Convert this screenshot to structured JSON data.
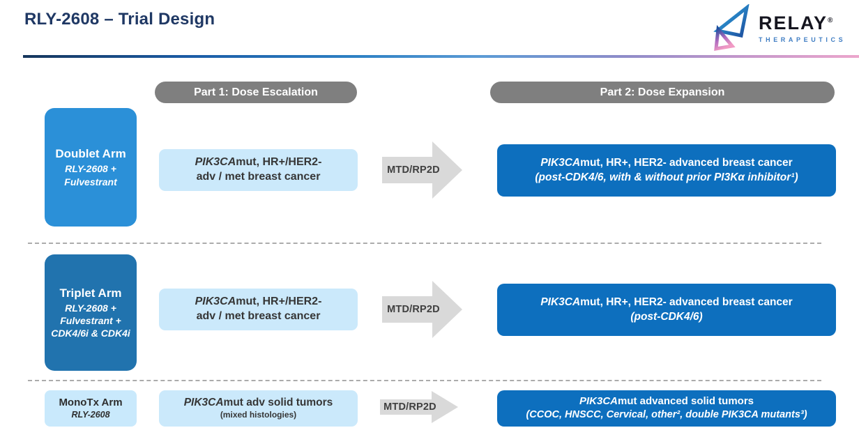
{
  "header": {
    "title": "RLY-2608 – Trial Design"
  },
  "logo": {
    "brand": "RELAY",
    "registered": "®",
    "sub": "THERAPEUTICS"
  },
  "parts": {
    "part1": "Part 1: Dose Escalation",
    "part2": "Part 2: Dose Expansion"
  },
  "arrow_label": "MTD/RP2D",
  "colors": {
    "title_navy": "#1F3864",
    "pill_gray": "#7F7F7F",
    "doublet_blue": "#2B90D8",
    "triplet_blue": "#2173AE",
    "expansion_blue": "#0D6FBE",
    "light_blue": "#CBE9FB",
    "arrow_gray": "#D9D9D9",
    "dash_gray": "#ABABAB",
    "divider_gradient": [
      "#16365C",
      "#2E81C4",
      "#8F8CC9",
      "#ECA6CC"
    ]
  },
  "rows": [
    {
      "arm": {
        "title": "Doublet Arm",
        "sub": "RLY-2608 +\nFulvestrant"
      },
      "escalation": {
        "gene": "PIK3CA",
        "line1_rest": "mut, HR+/HER2-",
        "line2": "adv / met breast cancer"
      },
      "expansion": {
        "gene": "PIK3CA",
        "line1_rest": "mut, HR+, HER2- advanced breast cancer",
        "line2": "(post-CDK4/6, with & without prior PI3Kα inhibitor¹)"
      }
    },
    {
      "arm": {
        "title": "Triplet Arm",
        "sub": "RLY-2608 +\nFulvestrant +\nCDK4/6i & CDK4i"
      },
      "escalation": {
        "gene": "PIK3CA",
        "line1_rest": "mut, HR+/HER2-",
        "line2": "adv / met breast cancer"
      },
      "expansion": {
        "gene": "PIK3CA",
        "line1_rest": "mut, HR+, HER2- advanced breast cancer",
        "line2": "(post-CDK4/6)"
      }
    },
    {
      "arm": {
        "title": "MonoTx Arm",
        "sub": "RLY-2608"
      },
      "escalation": {
        "gene": "PIK3CA",
        "line1_rest": "mut adv solid tumors",
        "line2": "(mixed histologies)"
      },
      "expansion": {
        "gene": "PIK3CA",
        "line1_rest": "mut advanced solid tumors",
        "line2": "(CCOC, HNSCC, Cervical, other², double PIK3CA mutants³)"
      }
    }
  ]
}
